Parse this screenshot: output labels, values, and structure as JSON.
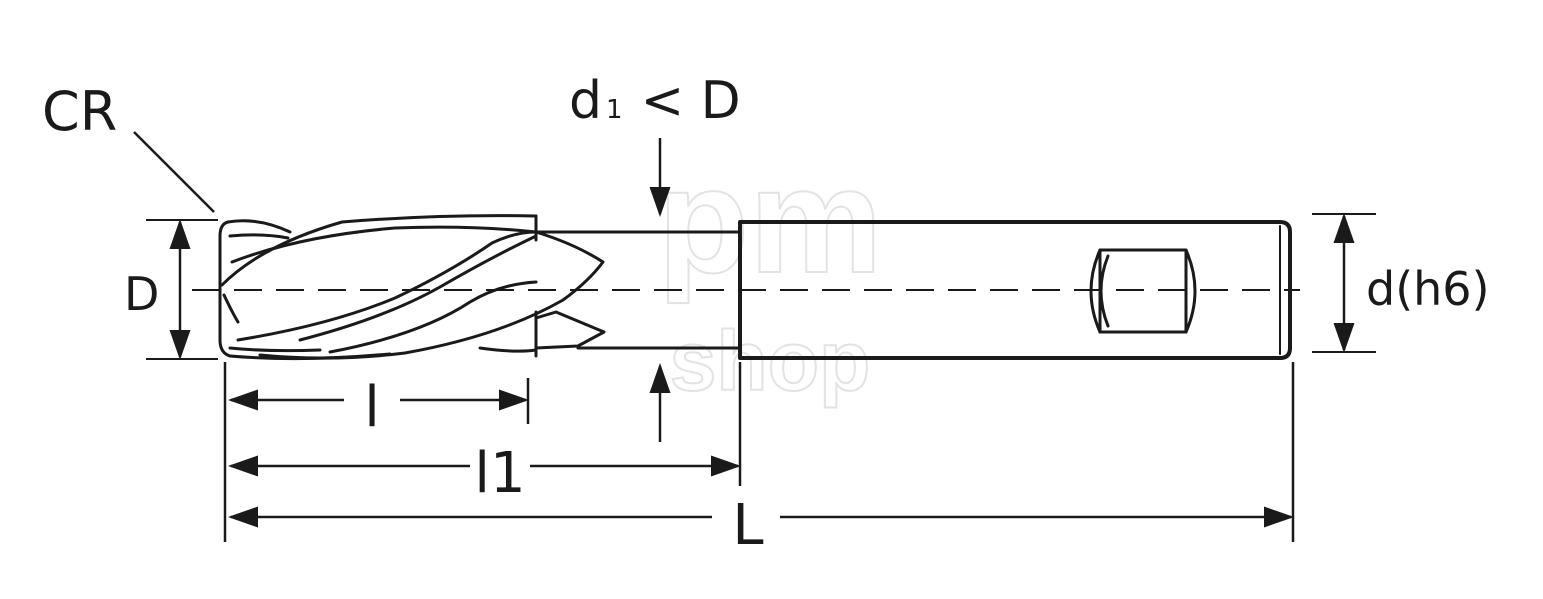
{
  "labels": {
    "corner_radius": "CR",
    "neck_diameter": "d",
    "neck_diameter_sub": "1",
    "neck_relation": "< D",
    "cutting_diameter": "D",
    "shank_diameter": "d(h6)",
    "cutting_length": "l",
    "neck_length": "l1",
    "overall_length": "L"
  },
  "watermark": {
    "line1": "pm",
    "line2": "shop"
  },
  "colors": {
    "line": "#1a1a1a",
    "watermark_outline": "#e3e3e3",
    "background": "#ffffff"
  }
}
